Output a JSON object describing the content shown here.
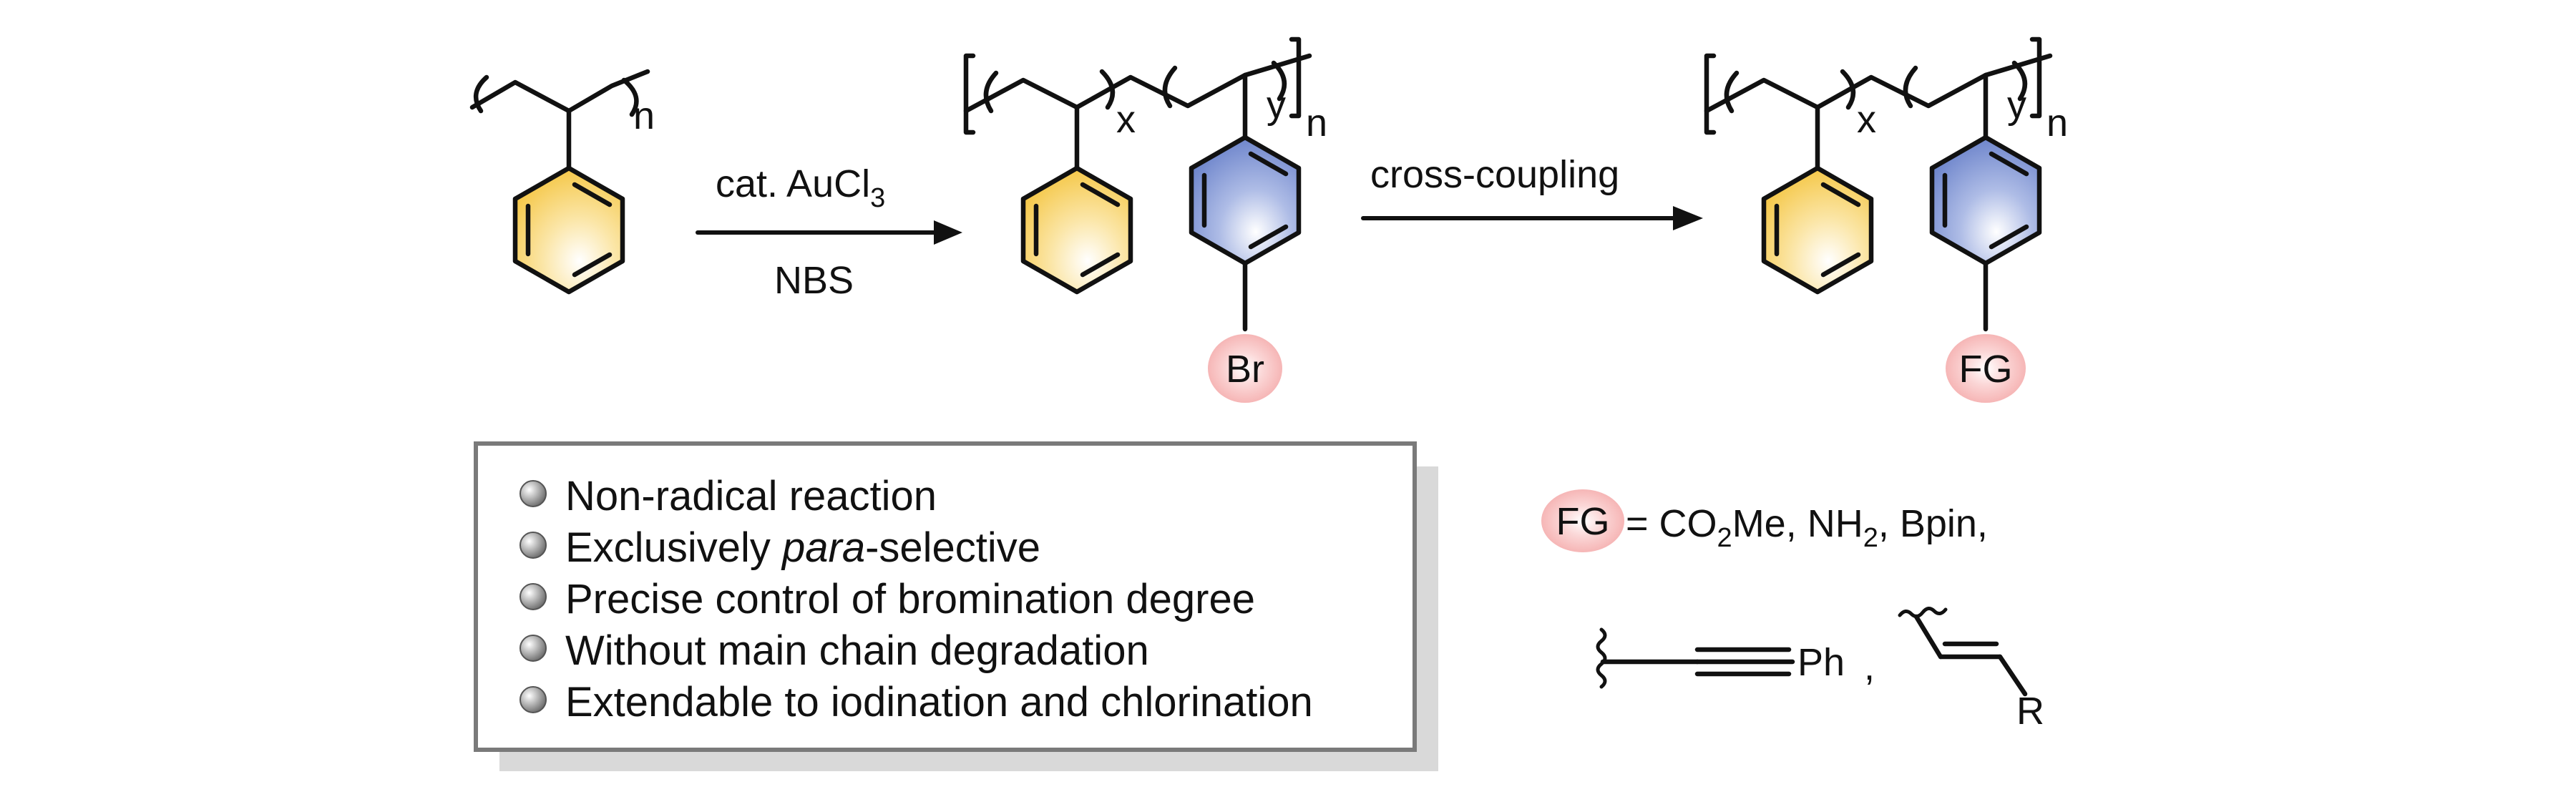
{
  "colors": {
    "phenyl_fill": "#f5c84a",
    "aryl_fill": "#6f86cc",
    "highlight_fill": "#f4a9a9",
    "box_border": "#7a7a7a",
    "box_shadow": "#d9d9d9",
    "bullet": "#8c8c8c"
  },
  "reaction": {
    "step1": {
      "reagent": "cat. AuCl",
      "reagent_sub": "3",
      "reagent2": "NBS"
    },
    "step2": {
      "label": "cross-coupling"
    }
  },
  "structures": {
    "polystyrene": {
      "repeat": "n"
    },
    "brominated": {
      "x": "x",
      "y": "y",
      "n": "n",
      "substituent": "Br"
    },
    "functionalized": {
      "x": "x",
      "y": "y",
      "n": "n",
      "substituent": "FG"
    }
  },
  "features": [
    "Non-radical reaction",
    "Exclusively ",
    "para",
    "-selective",
    "Precise control of bromination degree",
    "Without main chain degradation",
    "Extendable to iodination and chlorination"
  ],
  "fg_legend": {
    "tag": "FG",
    "t1": "= CO",
    "s1": "2",
    "t2": "Me, NH",
    "s2": "2",
    "t3": ", Bpin,",
    "alkyne_end": "Ph",
    "comma": ",",
    "alkene_end": "R"
  }
}
